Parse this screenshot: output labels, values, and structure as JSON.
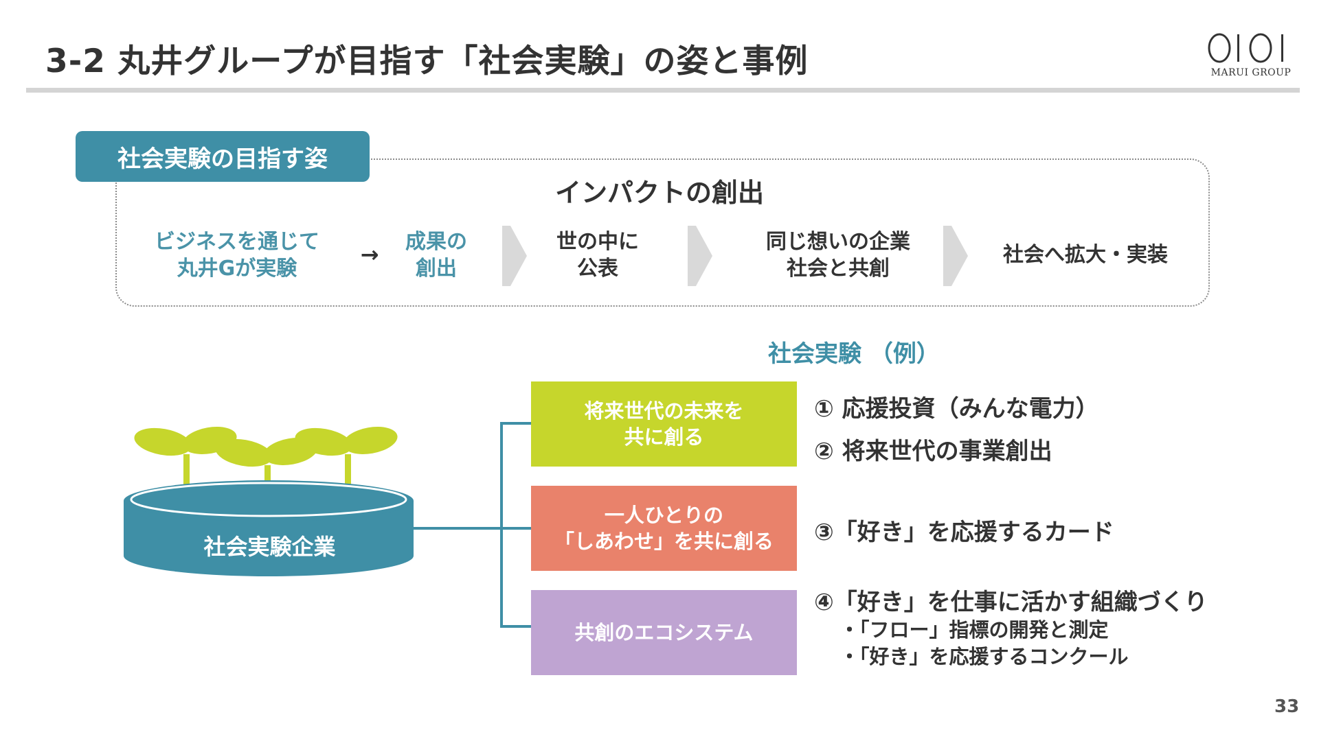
{
  "header": {
    "title": "3-2 丸井グループが目指す「社会実験」の姿と事例",
    "logo_mark": "OIOI",
    "logo_text": "MARUI GROUP"
  },
  "aim": {
    "tab_label": "社会実験の目指す姿",
    "impact_title": "インパクトの創出",
    "steps": [
      {
        "lines": [
          "ビジネスを通じて",
          "丸井Gが実験"
        ]
      },
      {
        "arrow": "→"
      },
      {
        "lines": [
          "成果の",
          "創出"
        ]
      },
      {
        "lines": [
          "世の中に",
          "公表"
        ]
      },
      {
        "lines": [
          "同じ想いの企業",
          "社会と共創"
        ]
      },
      {
        "lines": [
          "社会へ拡大・実装"
        ]
      }
    ]
  },
  "experiments": {
    "section_label": "社会実験 （例）",
    "base_label": "社会実験企業",
    "categories": [
      {
        "lines": [
          "将来世代の未来を",
          "共に創る"
        ],
        "color": "#c6d62c"
      },
      {
        "lines": [
          "一人ひとりの",
          "「しあわせ」を共に創る"
        ],
        "color": "#e9826b"
      },
      {
        "lines": [
          "共創のエコシステム"
        ],
        "color": "#bfa4d2"
      }
    ],
    "examples": [
      "①  応援投資（みんな電力）",
      "②  将来世代の事業創出",
      "③「好き」を応援するカード",
      "④「好き」を仕事に活かす組織づくり"
    ],
    "sub_items": [
      "・「フロー」指標の開発と測定",
      "・「好き」を応援するコンクール"
    ]
  },
  "colors": {
    "teal": "#3f8fa6",
    "teal_text": "#4a93a8",
    "sprout": "#c6d62c",
    "chevron": "#d9d9d9"
  },
  "footer": {
    "page_number": "33"
  }
}
